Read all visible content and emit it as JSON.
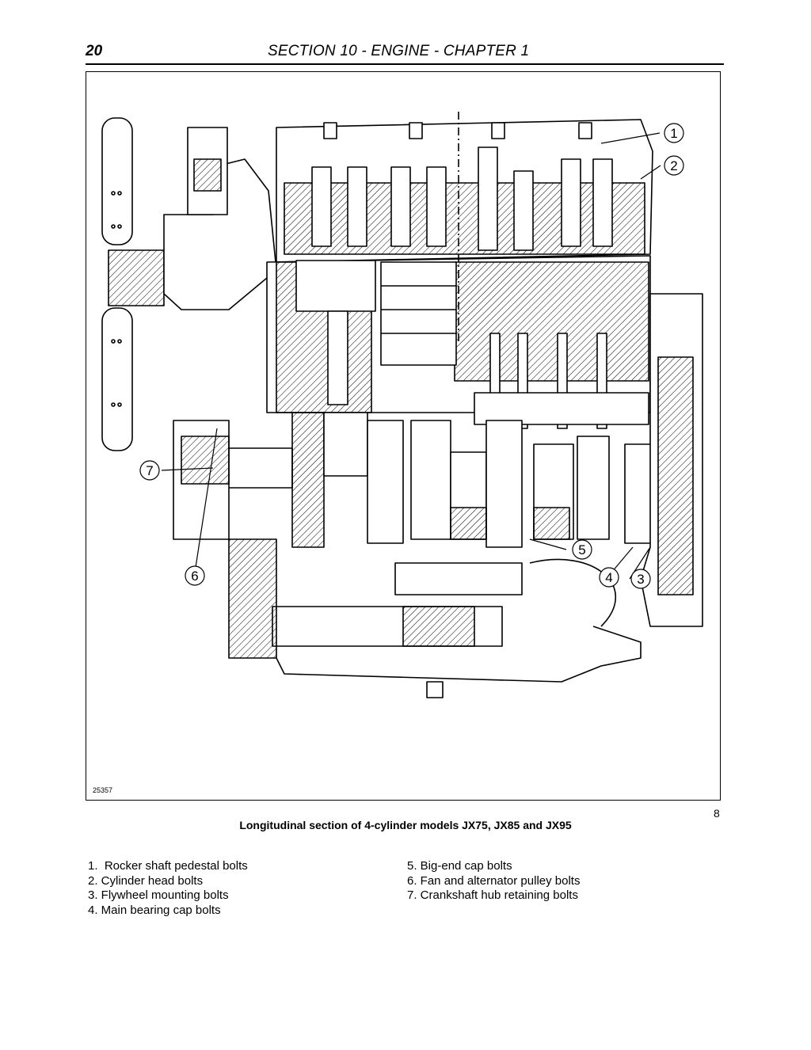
{
  "header": {
    "page_number": "20",
    "section_title": "SECTION 10 - ENGINE - CHAPTER 1"
  },
  "figure": {
    "id": "25357",
    "number": "8",
    "caption": "Longitudinal section of 4-cylinder models JX75, JX85 and JX95",
    "callouts": [
      "1",
      "2",
      "3",
      "4",
      "5",
      "6",
      "7"
    ]
  },
  "legend": {
    "left": [
      "1.  Rocker shaft pedestal bolts",
      "2. Cylinder head bolts",
      "3. Flywheel mounting bolts",
      "4. Main bearing cap bolts"
    ],
    "right": [
      "5. Big-end cap bolts",
      "6. Fan and alternator pulley bolts",
      "7. Crankshaft hub retaining bolts"
    ]
  }
}
